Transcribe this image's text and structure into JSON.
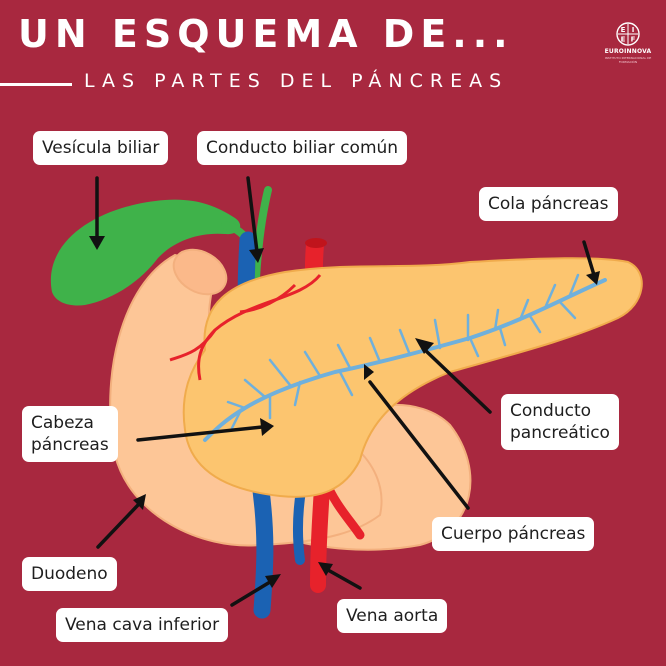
{
  "header": {
    "title": "UN ESQUEMA DE...",
    "subtitle": "LAS PARTES DEL PÁNCREAS"
  },
  "logo": {
    "letters": [
      "E",
      "I",
      "E",
      "F"
    ],
    "name": "EUROINNOVA",
    "tagline": "INSTITUTO INTERNACIONAL DE FORMACIÓN"
  },
  "labels": {
    "vesicula": "Vesícula biliar",
    "conducto_biliar": "Conducto biliar común",
    "cola": "Cola páncreas",
    "conducto_pancreatico_l1": "Conducto",
    "conducto_pancreatico_l2": "pancreático",
    "cabeza_l1": "Cabeza",
    "cabeza_l2": "páncreas",
    "cuerpo": "Cuerpo páncreas",
    "duodeno": "Duodeno",
    "vena_cava": "Vena cava inferior",
    "vena_aorta": "Vena aorta"
  },
  "colors": {
    "background": "#a8283f",
    "pancreas": "#fcc56f",
    "duodenum": "#fdc697",
    "gallbladder": "#3fb24a",
    "duct": "#6fb0dc",
    "artery": "#e7222b",
    "vein": "#1b62b3"
  }
}
